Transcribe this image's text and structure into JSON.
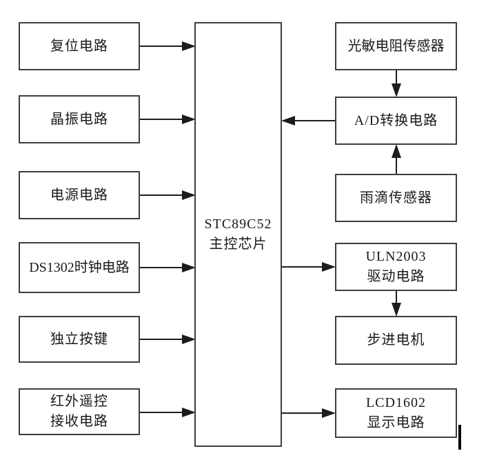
{
  "diagram": {
    "nodes": {
      "reset": {
        "label": "复位电路"
      },
      "crystal": {
        "label": "晶振电路"
      },
      "power": {
        "label": "电源电路"
      },
      "ds1302": {
        "label": "DS1302时钟电路"
      },
      "keys": {
        "label": "独立按键"
      },
      "ir": {
        "label_line1": "红外遥控",
        "label_line2": "接收电路"
      },
      "mcu": {
        "label_line1": "STC89C52",
        "label_line2": "主控芯片"
      },
      "photo": {
        "label": "光敏电阻传感器"
      },
      "adc": {
        "label": "A/D转换电路"
      },
      "rain": {
        "label": "雨滴传感器"
      },
      "uln": {
        "label_line1": "ULN2003",
        "label_line2": "驱动电路"
      },
      "stepper": {
        "label": "步进电机"
      },
      "lcd": {
        "label_line1": "LCD1602",
        "label_line2": "显示电路"
      }
    },
    "edges": [
      {
        "from": "reset",
        "to": "mcu"
      },
      {
        "from": "crystal",
        "to": "mcu"
      },
      {
        "from": "power",
        "to": "mcu"
      },
      {
        "from": "ds1302",
        "to": "mcu"
      },
      {
        "from": "keys",
        "to": "mcu"
      },
      {
        "from": "ir",
        "to": "mcu"
      },
      {
        "from": "photo",
        "to": "adc"
      },
      {
        "from": "rain",
        "to": "adc"
      },
      {
        "from": "adc",
        "to": "mcu"
      },
      {
        "from": "mcu",
        "to": "uln"
      },
      {
        "from": "uln",
        "to": "stepper"
      },
      {
        "from": "mcu",
        "to": "lcd"
      }
    ],
    "colors": {
      "background": "#ffffff",
      "box_border": "#3d3d3d",
      "line": "#1c1c1c",
      "text": "#1a1a1a"
    }
  }
}
